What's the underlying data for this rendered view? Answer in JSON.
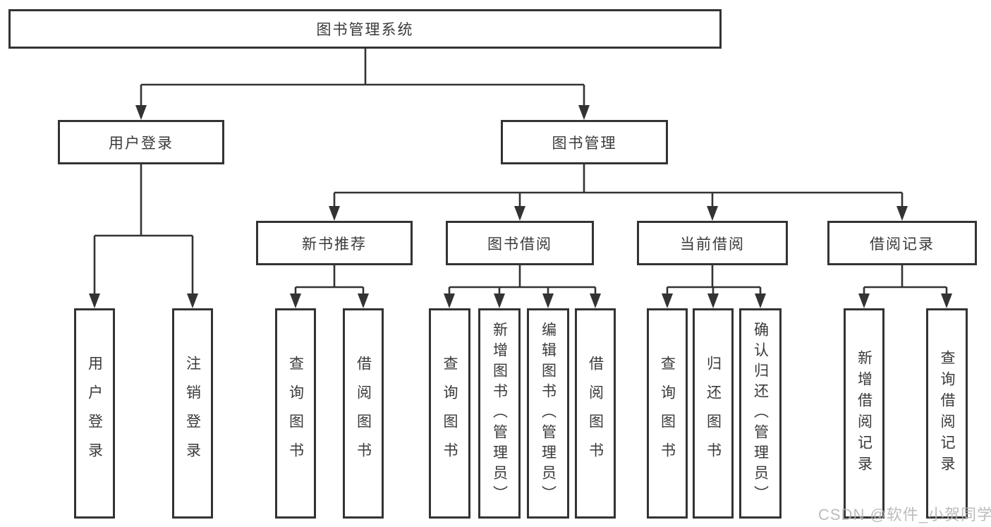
{
  "diagram_title": "图书管理系统",
  "nodes": {
    "root": {
      "label": "图书管理系统"
    },
    "user_login": {
      "label": "用户登录"
    },
    "book_mgmt": {
      "label": "图书管理"
    },
    "new_book_rec": {
      "label": "新书推荐"
    },
    "book_borrow": {
      "label": "图书借阅"
    },
    "current_borrow": {
      "label": "当前借阅"
    },
    "borrow_record": {
      "label": "借阅记录"
    },
    "user_login_leaf": {
      "label": "用户登录"
    },
    "logout_leaf": {
      "label": "注销登录"
    },
    "rec_query_book": {
      "label": "查询图书"
    },
    "rec_borrow_book": {
      "label": "借阅图书"
    },
    "bb_query_book": {
      "label": "查询图书"
    },
    "bb_add_book": {
      "label": "新增图书（管理员）"
    },
    "bb_edit_book": {
      "label": "编辑图书（管理员）"
    },
    "bb_borrow_book": {
      "label": "借阅图书"
    },
    "cb_query_book": {
      "label": "查询图书"
    },
    "cb_return_book": {
      "label": "归还图书"
    },
    "cb_confirm_return": {
      "label": "确认归还（管理员）"
    },
    "br_add_record": {
      "label": "新增借阅记录"
    },
    "br_query_record": {
      "label": "查询借阅记录"
    }
  },
  "edges": [
    [
      "root",
      "user_login"
    ],
    [
      "root",
      "book_mgmt"
    ],
    [
      "user_login",
      "user_login_leaf"
    ],
    [
      "user_login",
      "logout_leaf"
    ],
    [
      "book_mgmt",
      "new_book_rec"
    ],
    [
      "book_mgmt",
      "book_borrow"
    ],
    [
      "book_mgmt",
      "current_borrow"
    ],
    [
      "book_mgmt",
      "borrow_record"
    ],
    [
      "new_book_rec",
      "rec_query_book"
    ],
    [
      "new_book_rec",
      "rec_borrow_book"
    ],
    [
      "book_borrow",
      "bb_query_book"
    ],
    [
      "book_borrow",
      "bb_add_book"
    ],
    [
      "book_borrow",
      "bb_edit_book"
    ],
    [
      "book_borrow",
      "bb_borrow_book"
    ],
    [
      "current_borrow",
      "cb_query_book"
    ],
    [
      "current_borrow",
      "cb_return_book"
    ],
    [
      "current_borrow",
      "cb_confirm_return"
    ],
    [
      "borrow_record",
      "br_add_record"
    ],
    [
      "borrow_record",
      "br_query_record"
    ]
  ],
  "watermark": {
    "text": "CSDN @软件_小贺同学"
  },
  "colors": {
    "line": "#333333",
    "box_border": "#333333",
    "box_background": "#ffffff",
    "text": "#3a3a3a",
    "watermark": "#b5b5b5"
  }
}
